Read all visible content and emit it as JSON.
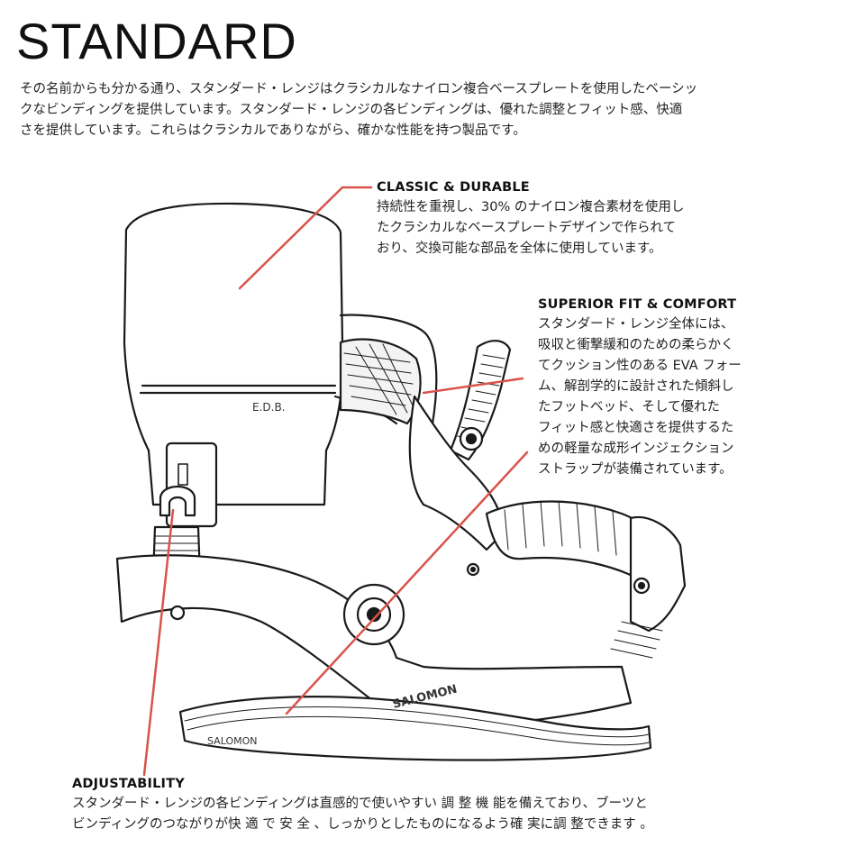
{
  "title": "STANDARD",
  "intro": {
    "lines": [
      "その名前からも分かる通り、スタンダード・レンジはクラシカルなナイロン複合ベースプレートを使用したベーシッ",
      "クなビンディングを提供しています。スタンダード・レンジの各ビンディングは、優れた調整とフィット感、快適",
      "さを提供しています。これらはクラシカルでありながら、確かな性能を持つ製品です。"
    ]
  },
  "callouts": {
    "classic": {
      "heading": "CLASSIC & DURABLE",
      "lines": [
        "持続性を重視し、30% のナイロン複合素材を使用し",
        "たクラシカルなベースプレートデザインで作られて",
        "おり、交換可能な部品を全体に使用しています。"
      ]
    },
    "superior": {
      "heading": "SUPERIOR FIT & COMFORT",
      "lines": [
        "スタンダード・レンジ全体には、",
        "吸収と衝撃緩和のための柔らかく",
        "てクッション性のある EVA フォー",
        "ム、解剖学的に設計された傾斜し",
        "たフットベッド、そして優れた",
        "フィット感と快適さを提供するた",
        "めの軽量な成形インジェクション",
        "ストラップが装備されています。"
      ]
    },
    "adjust": {
      "heading": "ADJUSTABILITY",
      "lines": [
        "スタンダード・レンジの各ビンディングは直感的で使いやすい 調 整 機 能を備えており、ブーツと",
        "ビンディングのつながりが快 適 で 安 全 、しっかりとしたものになるよう確 実に調 整できます 。"
      ]
    }
  },
  "illustration": {
    "highback_label": "E.D.B.",
    "brand_side": "SALOMON",
    "brand_base": "SALOMON"
  },
  "colors": {
    "leader_line": "#d9534a",
    "outline": "#1a1a1a"
  }
}
